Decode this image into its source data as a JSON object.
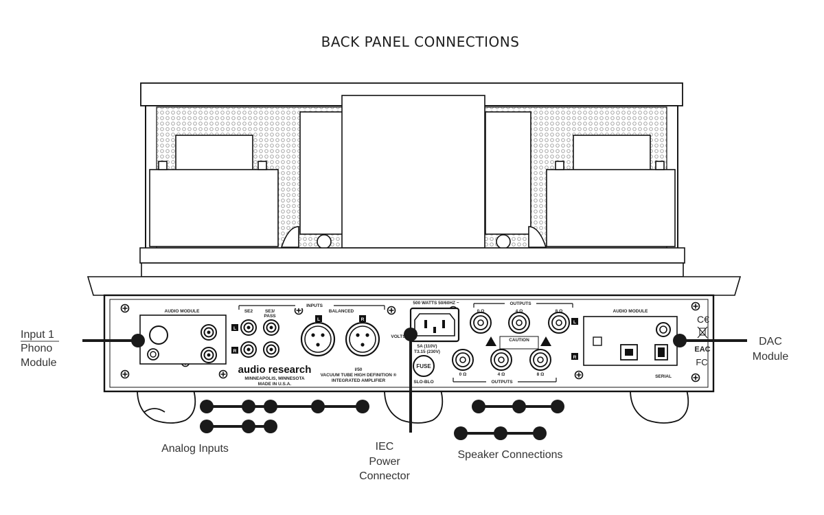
{
  "title": "BACK PANEL CONNECTIONS",
  "callouts": {
    "input1": [
      "Input 1",
      "Phono",
      "Module"
    ],
    "dac": [
      "DAC",
      "Module"
    ],
    "analog": "Analog Inputs",
    "iec": [
      "IEC",
      "Power",
      "Connector"
    ],
    "speaker": "Speaker Connections"
  },
  "panel": {
    "audio_module_left": "AUDIO MODULE",
    "audio_module_right": "AUDIO MODULE",
    "inputs": "INPUTS",
    "balanced": "BALANCED",
    "se2": "SE2",
    "se3_pass": [
      "SE3/",
      "PASS"
    ],
    "brand": "audio research",
    "brand_location": [
      "MINNEAPOLIS, MINNESOTA",
      "MADE IN U.S.A."
    ],
    "model": [
      "I/50",
      "VACUUM TUBE HIGH DEFINITION ®",
      "INTEGRATED AMPLIFIER"
    ],
    "power_rating": "500 WATTS 50/60HZ ~",
    "volts": "VOLTS",
    "fuse_rating": [
      "5A (110V)",
      "T3.15 (230V)"
    ],
    "fuse": "FUSE",
    "slo_blo": "SLO-BLO",
    "outputs_top": "OUTPUTS",
    "outputs_bottom": "OUTPUTS",
    "caution": "CAUTION",
    "serial": "SERIAL",
    "ohms": [
      "0 Ω",
      "4 Ω",
      "8 Ω"
    ],
    "L": "L",
    "R": "R",
    "cert": [
      "C€",
      "EAC",
      "FC"
    ]
  },
  "colors": {
    "line": "#1a1a1a",
    "dots": "#a8a8a8",
    "panel": "#ffffff",
    "text": "#333333"
  }
}
